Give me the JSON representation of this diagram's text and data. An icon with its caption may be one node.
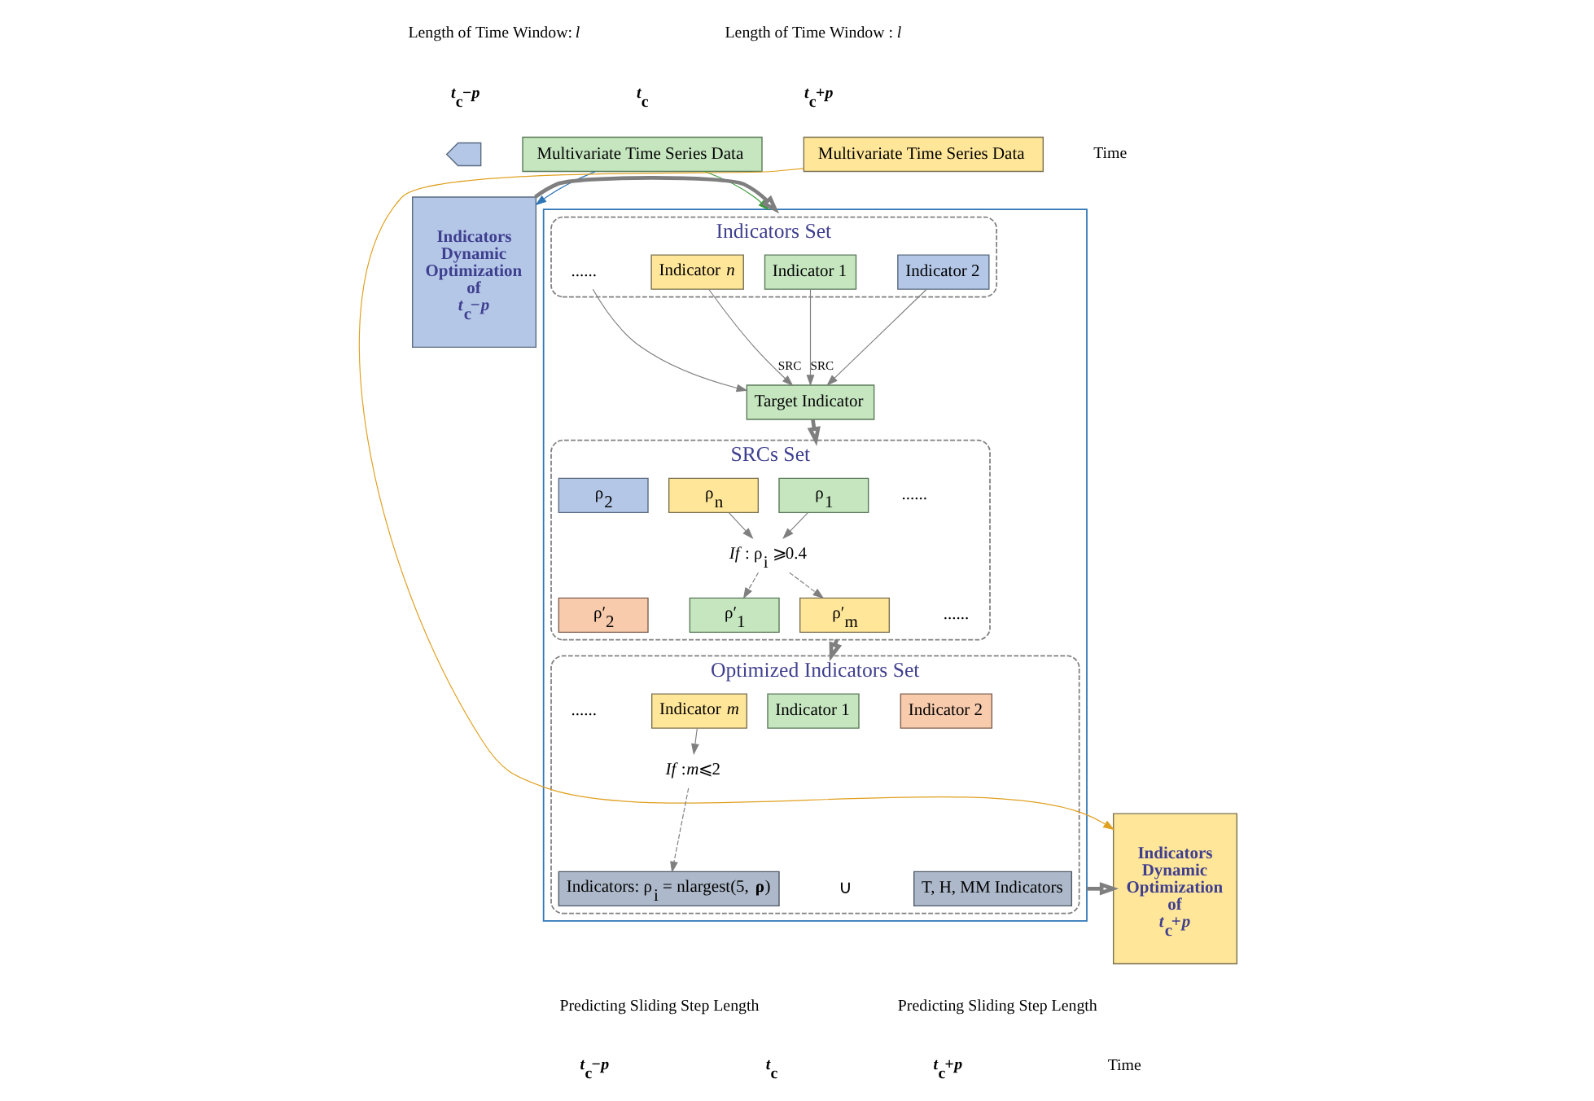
{
  "diagram": {
    "nodes": [
      {
        "text": [
          "Multivariate Time Series Data"
        ]
      },
      {
        "text": [
          "Multivariate Time Series Data"
        ]
      },
      {
        "text": [
          "Indicators Dynamic Optimization of *t*$_{c}$−*p*"
        ]
      },
      {
        "text": [],
        "shape": "box"
      },
      {
        "text": [
          "Indicators Set"
        ],
        "in": 3
      },
      {
        "text": [
          "Indicator 1"
        ],
        "in": 4
      },
      {
        "text": [
          "Indicator 2"
        ],
        "in": 4
      },
      {
        "text": [
          "......"
        ],
        "in": 4
      },
      {
        "text": [
          "Indicator *n*"
        ],
        "in": 4
      },
      {
        "text": [
          "Target Indicator"
        ],
        "in": 3
      },
      {
        "text": [
          "SRCs Set"
        ],
        "in": 3
      },
      {
        "text": [
          "ρ$_{1}$"
        ],
        "in": 10
      },
      {
        "text": [
          "ρ$_{2}$"
        ],
        "in": 10
      },
      {
        "text": [
          "......"
        ],
        "in": 10
      },
      {
        "text": [
          "ρ$_{n}$"
        ],
        "in": 10
      },
      {
        "text": [
          "*If* : ρ$_{i}$ ⩾0.4"
        ],
        "in": 10
      },
      {
        "text": [
          "ρ′$_{1}$"
        ],
        "in": 10
      },
      {
        "text": [
          "ρ′$_{2}$"
        ],
        "in": 10
      },
      {
        "text": [
          "......"
        ],
        "in": 10
      },
      {
        "text": [
          "ρ′$_{m}$"
        ],
        "in": 10
      },
      {
        "text": [
          "Optimized Indicators Set"
        ],
        "in": 3
      },
      {
        "text": [
          "Indicator 1"
        ],
        "in": 20
      },
      {
        "text": [
          "Indicator 2"
        ],
        "in": 20
      },
      {
        "text": [
          "......"
        ],
        "in": 20
      },
      {
        "text": [
          "Indicator *m*"
        ],
        "in": 20
      },
      {
        "text": [
          "*If* :*m*⩽2"
        ],
        "in": 20
      },
      {
        "text": [
          "Indicators: ρ$_{i}$ = nlargest(5, **ρ**)"
        ],
        "in": 20
      },
      {
        "text": [
          "T, H, MM Indicators"
        ],
        "in": 20
      },
      {
        "text": [
          "Indicators Dynamic Optimization of *t*$_{c}$+*p*"
        ]
      },
      {
        "text": [],
        "shape": "pentagon"
      }
    ],
    "edges": [
      {
        "from": 0,
        "to": 2,
        "arrow": "to",
        "color": "#2e75b6"
      },
      {
        "from": 0,
        "to": 3,
        "arrow": "to",
        "color": "#3a9a3a"
      },
      {
        "from": 1,
        "to": 28,
        "arrow": "to",
        "color": "#e0a020"
      },
      {
        "from": 5,
        "to": 9,
        "arrow": "to",
        "label": "SRC"
      },
      {
        "from": 6,
        "to": 9,
        "arrow": "to"
      },
      {
        "from": 7,
        "to": 9,
        "arrow": "to"
      },
      {
        "from": 8,
        "to": 9,
        "arrow": "to",
        "label": "SRC"
      },
      {
        "from": 9,
        "to": 10,
        "arrow": "to",
        "style": "thick"
      },
      {
        "from": 11,
        "to": 15,
        "arrow": "to"
      },
      {
        "from": 14,
        "to": 15,
        "arrow": "to"
      },
      {
        "from": 15,
        "to": 16,
        "arrow": "to",
        "style": "dashed"
      },
      {
        "from": 15,
        "to": 19,
        "arrow": "to",
        "style": "dashed"
      },
      {
        "from": 10,
        "to": 20,
        "arrow": "to",
        "style": "thick"
      },
      {
        "from": 24,
        "to": 25,
        "arrow": "to"
      },
      {
        "from": 25,
        "to": 26,
        "arrow": "to",
        "style": "dashed"
      },
      {
        "from": 2,
        "to": 3,
        "arrow": "to",
        "style": "thick"
      },
      {
        "from": 3,
        "to": 28,
        "arrow": "to",
        "style": "thick"
      }
    ],
    "labels": [
      "Length of Time Window: *l*",
      "Length of Time Window : *l*",
      "*t*$_{c}$−*p*",
      "*t*$_{c}$",
      "*t*$_{c}$+*p*",
      "Time",
      "∪",
      "Predicting Sliding Step Length",
      "Predicting Sliding Step Length",
      "*t*$_{c}$−*p*",
      "*t*$_{c}$",
      "*t*$_{c}$+*p*",
      "Time"
    ]
  }
}
